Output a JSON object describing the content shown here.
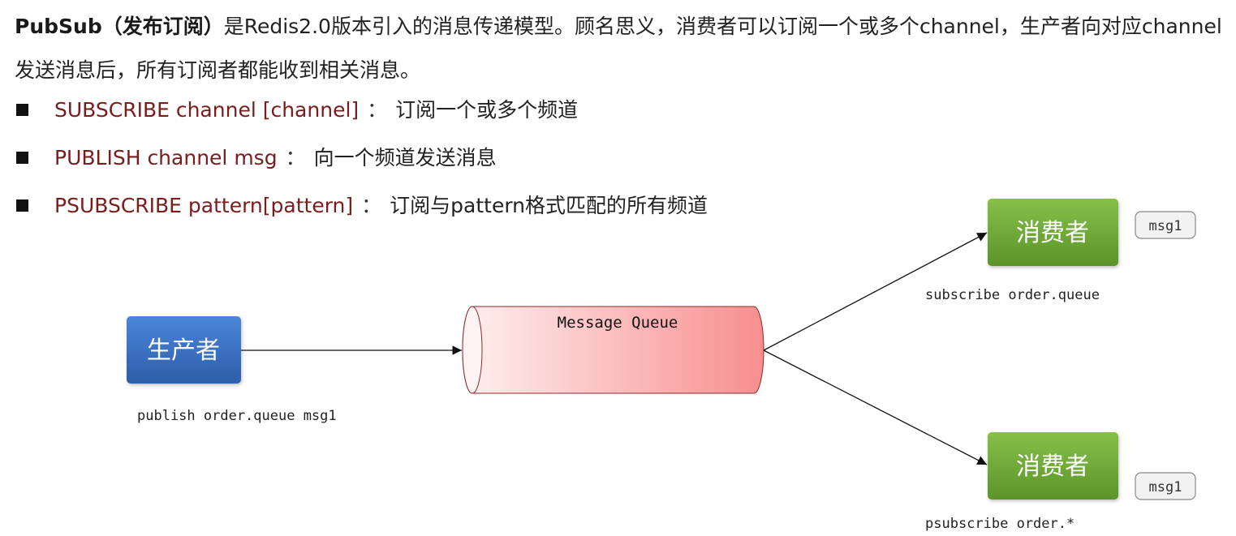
{
  "intro": {
    "title_bold": "PubSub（发布订阅）",
    "text": "是Redis2.0版本引入的消息传递模型。顾名思义，消费者可以订阅一个或多个channel，生产者向对应channel发送消息后，所有订阅者都能收到相关消息。"
  },
  "commands": [
    {
      "cmd": "SUBSCRIBE channel [channel]",
      "sep": "：",
      "desc": "订阅一个或多个频道"
    },
    {
      "cmd": "PUBLISH channel msg",
      "sep": "：",
      "desc": "向一个频道发送消息"
    },
    {
      "cmd": "PSUBSCRIBE pattern[pattern]",
      "sep": "：",
      "desc": "订阅与pattern格式匹配的所有频道"
    }
  ],
  "diagram": {
    "producer": {
      "label": "生产者",
      "caption": "publish order.queue msg1",
      "color": "#3a6fc4"
    },
    "queue": {
      "label": "Message Queue",
      "color": "#f78e8e"
    },
    "consumers": [
      {
        "label": "消费者",
        "caption": "subscribe order.queue",
        "msg": "msg1",
        "color": "#6aa535"
      },
      {
        "label": "消费者",
        "caption": "psubscribe order.*",
        "msg": "msg1",
        "color": "#6aa535"
      }
    ]
  }
}
